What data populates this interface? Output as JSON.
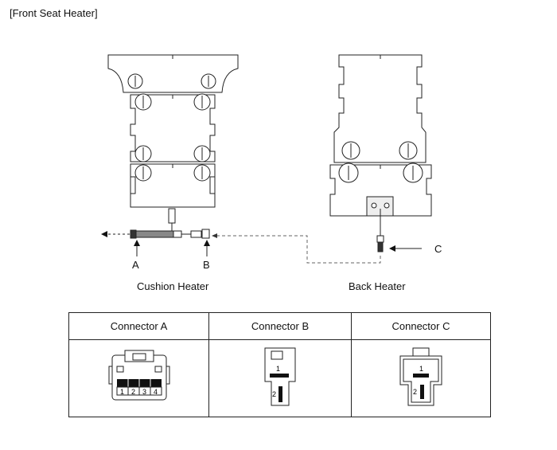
{
  "header": {
    "title": "[Front Seat Heater]"
  },
  "diagram": {
    "cushion": {
      "caption": "Cushion Heater",
      "label_a": "A",
      "label_b": "B"
    },
    "back": {
      "caption": "Back Heater",
      "label_c": "C"
    }
  },
  "connectors": {
    "headers": [
      "Connector A",
      "Connector B",
      "Connector C"
    ],
    "a": {
      "pins": [
        "1",
        "2",
        "3",
        "4"
      ]
    },
    "b": {
      "pins": [
        "1",
        "2"
      ]
    },
    "c": {
      "pins": [
        "1",
        "2"
      ]
    }
  }
}
